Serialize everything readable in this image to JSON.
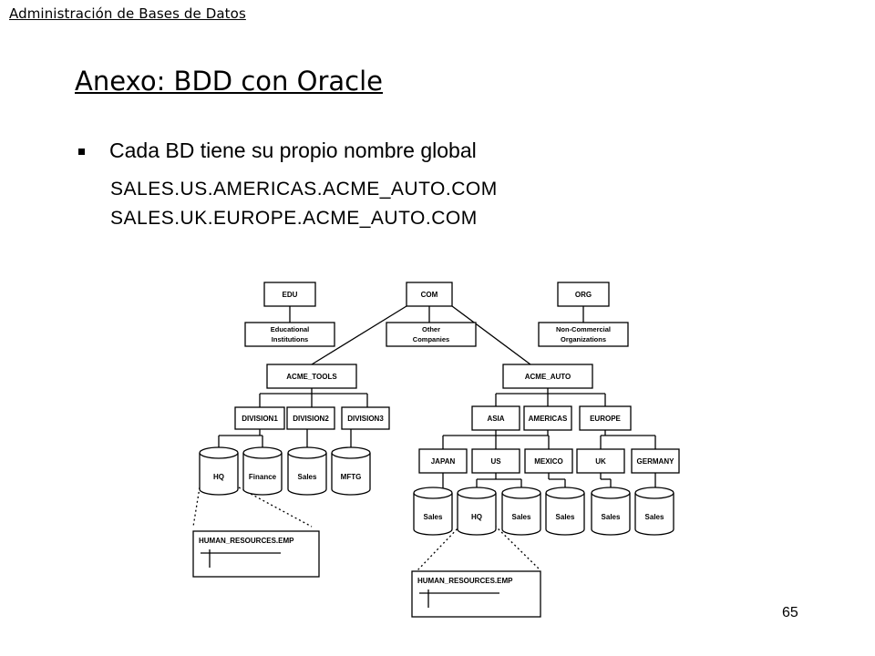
{
  "slide": {
    "header": "Administración de Bases de Datos",
    "title": "Anexo: BDD con Oracle",
    "bullet": "Cada BD tiene su propio nombre global",
    "code_lines": [
      "SALES.US.AMERICAS.ACME_AUTO.COM",
      "SALES.UK.EUROPE.ACME_AUTO.COM"
    ],
    "page_number": "65"
  },
  "diagram": {
    "nodes": {
      "edu": "EDU",
      "com": "COM",
      "org": "ORG",
      "edu_desc": [
        "Educational",
        "Institutions"
      ],
      "com_desc": [
        "Other",
        "Companies"
      ],
      "org_desc": [
        "Non-Commercial",
        "Organizations"
      ],
      "acme_tools": "ACME_TOOLS",
      "acme_auto": "ACME_AUTO",
      "division1": "DIVISION1",
      "division2": "DIVISION2",
      "division3": "DIVISION3",
      "asia": "ASIA",
      "americas": "AMERICAS",
      "europe": "EUROPE",
      "japan": "JAPAN",
      "us": "US",
      "mexico": "MEXICO",
      "uk": "UK",
      "germany": "GERMANY"
    },
    "databases": {
      "tools": [
        "HQ",
        "Finance",
        "Sales",
        "MFTG"
      ],
      "auto": [
        "Sales",
        "HQ",
        "Sales",
        "Sales",
        "Sales",
        "Sales"
      ]
    },
    "table_detail": "HUMAN_RESOURCES.EMP"
  }
}
